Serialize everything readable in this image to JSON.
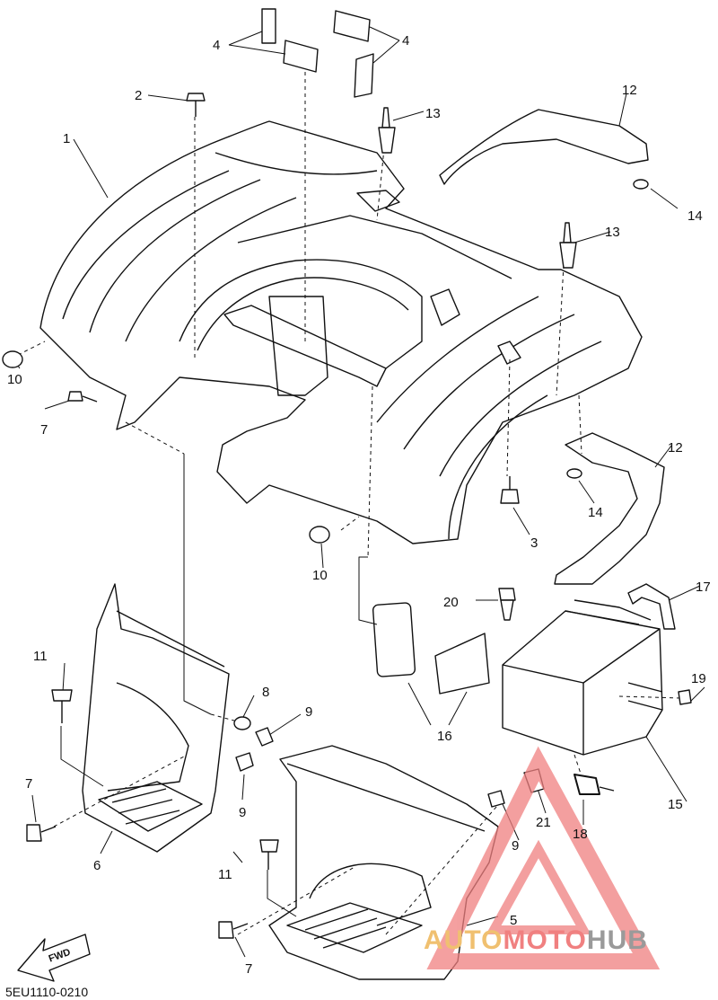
{
  "diagram": {
    "labels": [
      "1",
      "2",
      "3",
      "4",
      "4",
      "5",
      "6",
      "7",
      "7",
      "7",
      "8",
      "9",
      "9",
      "9",
      "10",
      "10",
      "11",
      "11",
      "12",
      "12",
      "13",
      "13",
      "14",
      "14",
      "15",
      "16",
      "17",
      "18",
      "19",
      "20",
      "21"
    ],
    "fwd_label": "FWD",
    "footer_code": "5EU1110-0210"
  },
  "watermark": {
    "part1": "AUTO",
    "part2": "MOTO",
    "part3": "HUB"
  },
  "colors": {
    "line": "#111111",
    "watermark_red": "#f08080",
    "watermark_orange": "#f0c070",
    "watermark_gray": "#9a9a9a"
  }
}
